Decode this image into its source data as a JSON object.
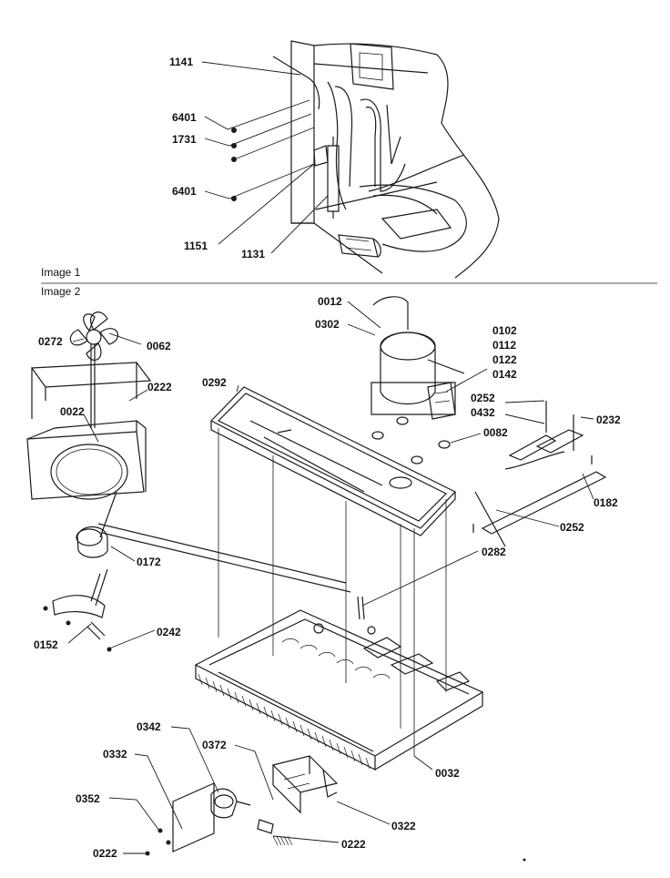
{
  "sections": {
    "image_1_label": "Image 1",
    "image_2_label": "Image 2"
  },
  "callouts_image_1": [
    "1141",
    "6401",
    "1731",
    "6401",
    "1151",
    "1131"
  ],
  "callouts_image_2": [
    "0012",
    "0302",
    "0102",
    "0112",
    "0122",
    "0142",
    "0272",
    "0062",
    "0222",
    "0022",
    "0292",
    "0252",
    "0432",
    "0232",
    "0082",
    "0182",
    "0252",
    "0172",
    "0282",
    "0152",
    "0242",
    "0342",
    "0372",
    "0332",
    "0352",
    "0032",
    "0322",
    "0222",
    "0222"
  ]
}
